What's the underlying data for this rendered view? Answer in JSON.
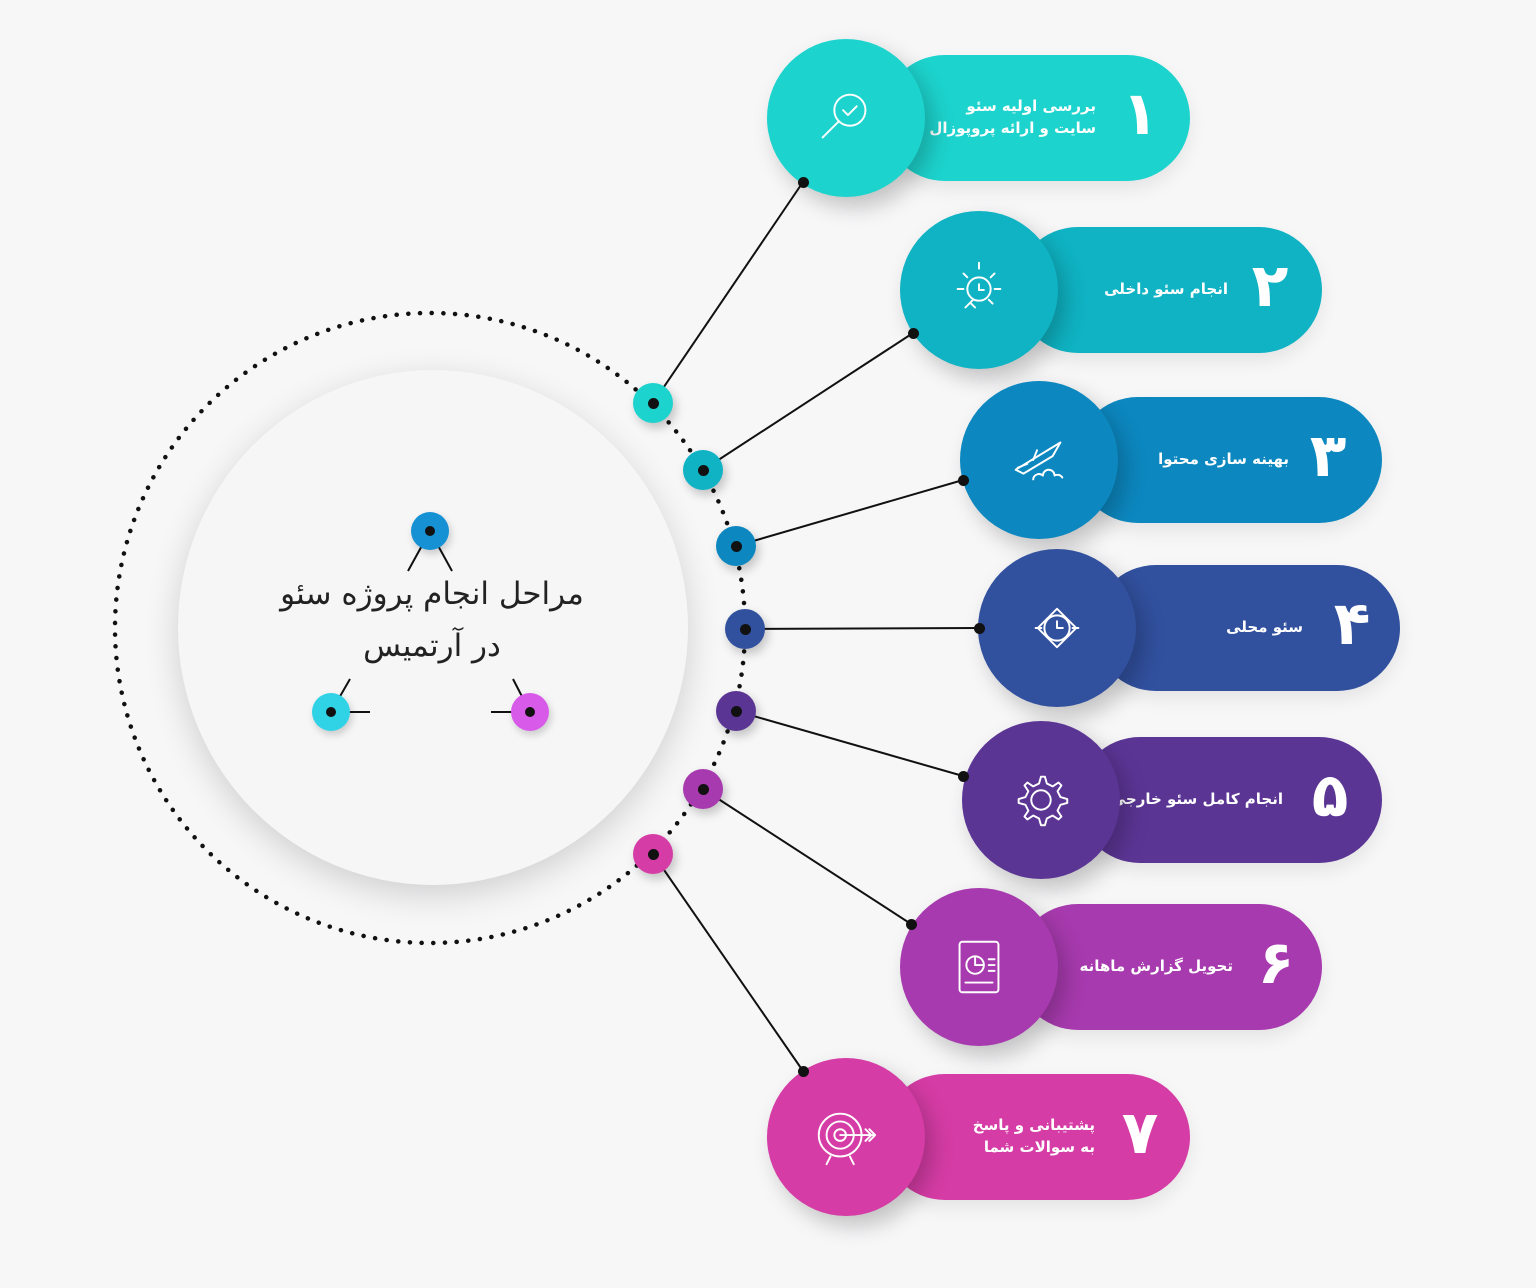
{
  "diagram": {
    "center_title": "مراحل انجام پروژه سئو\nدر آرتمیس",
    "steps": [
      {
        "number": "۱",
        "text": "بررسی اولیه سئو\nسایت و ارائه پروپوزال",
        "icon": "magnifier-check-icon",
        "color": "#1dd3cd"
      },
      {
        "number": "۲",
        "text": "انجام سئو داخلی",
        "icon": "lightbulb-icon",
        "color": "#0fb3c3"
      },
      {
        "number": "۳",
        "text": "بهینه سازی محتوا",
        "icon": "rocket-icon",
        "color": "#0c87bf"
      },
      {
        "number": "۴",
        "text": "سئو محلی",
        "icon": "watch-icon",
        "color": "#31509e"
      },
      {
        "number": "۵",
        "text": "انجام کامل سئو خارجی",
        "icon": "gear-icon",
        "color": "#5b3594"
      },
      {
        "number": "۶",
        "text": "تحویل گزارش ماهانه",
        "icon": "report-chart-icon",
        "color": "#a73aae"
      },
      {
        "number": "۷",
        "text": "پشتیبانی و پاسخ\nبه سوالات شما",
        "icon": "target-icon",
        "color": "#d53ca5"
      }
    ],
    "triangle_colors": [
      "#1691d4",
      "#30d3e6",
      "#d85ae8"
    ]
  }
}
